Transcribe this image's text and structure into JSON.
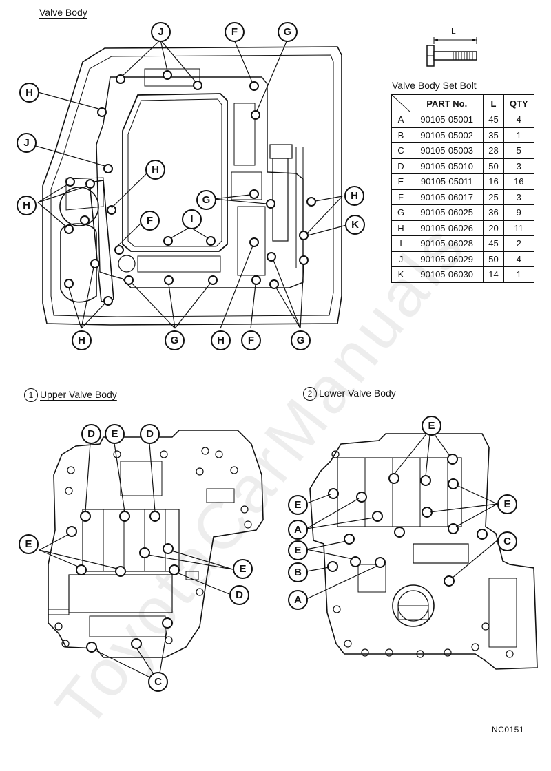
{
  "titles": {
    "valve_body": "Valve Body",
    "upper": "Upper Valve Body",
    "lower": "Lower Valve Body",
    "upper_num": "1",
    "lower_num": "2",
    "bolt_table": "Valve Body Set Bolt",
    "bolt_dim": "L"
  },
  "table": {
    "headers": [
      "",
      "PART No.",
      "L",
      "QTY"
    ],
    "rows": [
      [
        "A",
        "90105-05001",
        "45",
        "4"
      ],
      [
        "B",
        "90105-05002",
        "35",
        "1"
      ],
      [
        "C",
        "90105-05003",
        "28",
        "5"
      ],
      [
        "D",
        "90105-05010",
        "50",
        "3"
      ],
      [
        "E",
        "90105-05011",
        "16",
        "16"
      ],
      [
        "F",
        "90105-06017",
        "25",
        "3"
      ],
      [
        "G",
        "90105-06025",
        "36",
        "9"
      ],
      [
        "H",
        "90105-06026",
        "20",
        "11"
      ],
      [
        "I",
        "90105-06028",
        "45",
        "2"
      ],
      [
        "J",
        "90105-06029",
        "50",
        "4"
      ],
      [
        "K",
        "90105-06030",
        "14",
        "1"
      ]
    ]
  },
  "callouts": {
    "main": [
      "J",
      "F",
      "G",
      "H",
      "J",
      "H",
      "H",
      "F",
      "I",
      "G",
      "H",
      "K",
      "H",
      "G",
      "H",
      "F",
      "G"
    ],
    "upper": [
      "D",
      "E",
      "D",
      "E",
      "E",
      "D",
      "C"
    ],
    "lower": [
      "E",
      "E",
      "E",
      "A",
      "E",
      "B",
      "A",
      "C"
    ]
  },
  "figure_code": "NC0151",
  "watermark": "ToyotaCarManuals",
  "colors": {
    "ink": "#111111",
    "paper": "#ffffff"
  }
}
